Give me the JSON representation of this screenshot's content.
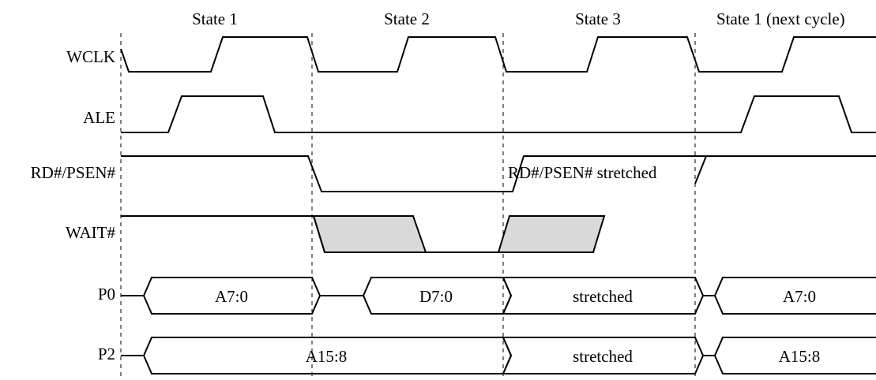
{
  "states": [
    "State 1",
    "State 2",
    "State 3",
    "State 1 (next cycle)"
  ],
  "signals": {
    "wclk": "WCLK",
    "ale": "ALE",
    "rdpsen": "RD#/PSEN#",
    "wait": "WAIT#",
    "p0": "P0",
    "p2": "P2"
  },
  "annotations": {
    "rd_stretched": "RD#/PSEN# stretched"
  },
  "bus_labels": {
    "p0_a1": "A7:0",
    "p0_d": "D7:0",
    "p0_stretched": "stretched",
    "p0_a2": "A7:0",
    "p2_a1": "A15:8",
    "p2_stretched": "stretched",
    "p2_a2": "A15:8"
  },
  "colors": {
    "line": "#000000",
    "wait_shade": "#d9d9d9"
  }
}
